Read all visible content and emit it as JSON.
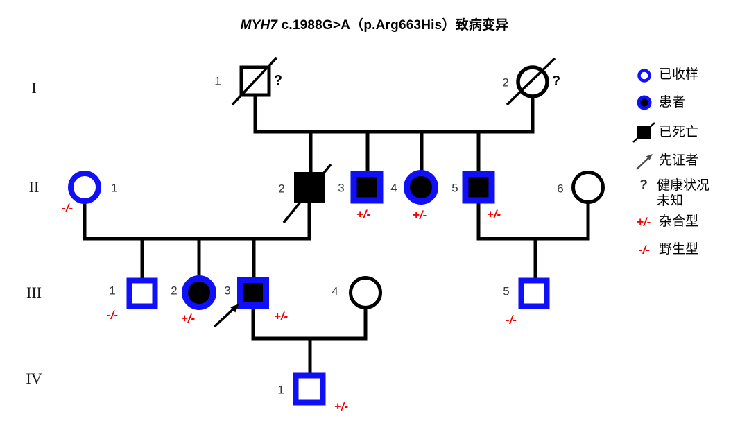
{
  "title": {
    "gene": "MYH7",
    "rest": " c.1988G>A（p.Arg663His）致病变异"
  },
  "generation_labels": {
    "g1": "I",
    "g2": "II",
    "g3": "III",
    "g4": "IV"
  },
  "individuals": {
    "I1": {
      "id": "1",
      "health_status": "?"
    },
    "I2": {
      "id": "2",
      "health_status": "?"
    },
    "II1": {
      "id": "1",
      "genotype": "-/-"
    },
    "II2": {
      "id": "2"
    },
    "II3": {
      "id": "3",
      "genotype": "+/-"
    },
    "II4": {
      "id": "4",
      "genotype": "+/-"
    },
    "II5": {
      "id": "5",
      "genotype": "+/-"
    },
    "II6": {
      "id": "6"
    },
    "III1": {
      "id": "1",
      "genotype": "-/-"
    },
    "III2": {
      "id": "2",
      "genotype": "+/-"
    },
    "III3": {
      "id": "3",
      "genotype": "+/-"
    },
    "III4": {
      "id": "4"
    },
    "III5": {
      "id": "5",
      "genotype": "-/-"
    },
    "IV1": {
      "id": "1",
      "genotype": "+/-"
    }
  },
  "legend": {
    "sampled_label": "已收样",
    "affected_label": "患者",
    "deceased_label": "已死亡",
    "proband_label": "先证者",
    "unknown_symbol": "?",
    "unknown_label_line1": "健康状况",
    "unknown_label_line2": "未知",
    "het_symbol": "+/-",
    "het_label": "杂合型",
    "wt_symbol": "-/-",
    "wt_label": "野生型"
  },
  "colors": {
    "sampled_blue": "#0f0ffa",
    "genotype_red": "#f40000",
    "line_black": "#000000"
  }
}
